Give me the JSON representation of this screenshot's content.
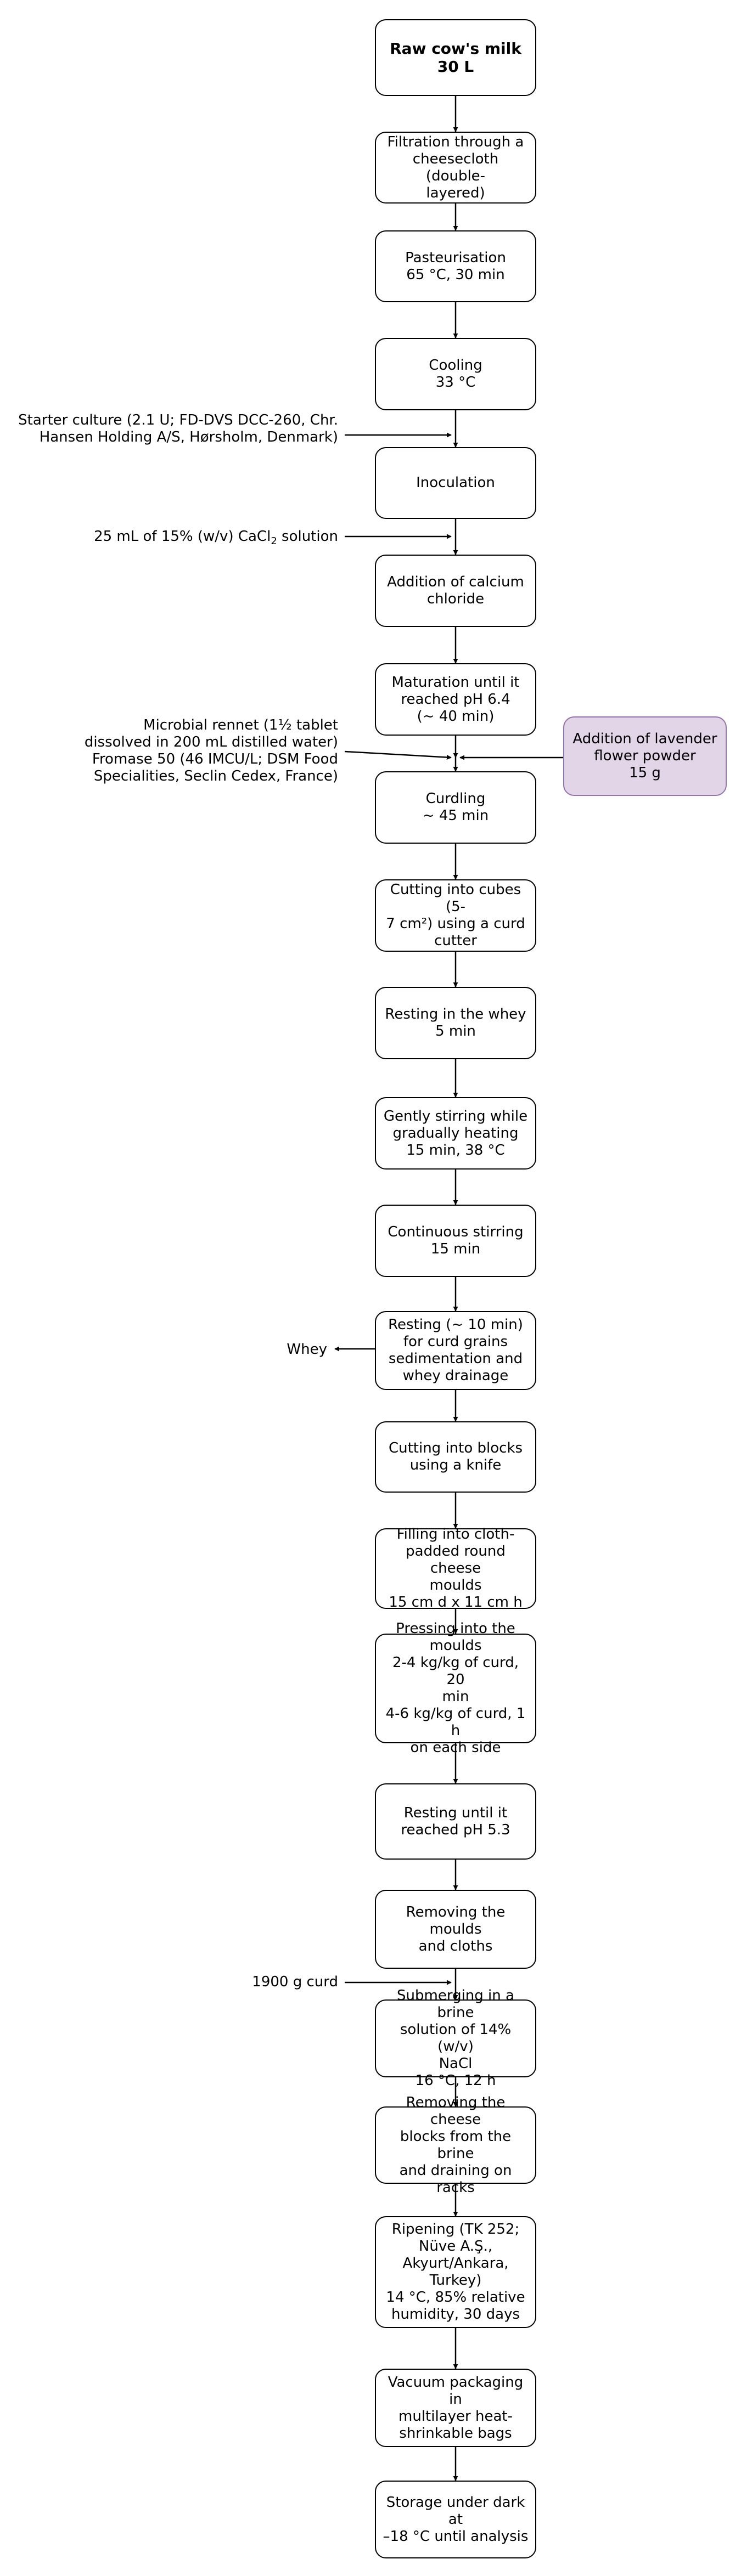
{
  "steps": [
    {
      "id": "raw-milk",
      "lines": [
        "Raw cow's milk",
        "30 L"
      ],
      "bold": true
    },
    {
      "id": "filtration",
      "lines": [
        "Filtration through a",
        "cheesecloth (double-",
        "layered)"
      ]
    },
    {
      "id": "pasteurisation",
      "lines": [
        "Pasteurisation",
        "65 °C, 30 min"
      ]
    },
    {
      "id": "cooling",
      "lines": [
        "Cooling",
        "33 °C"
      ]
    },
    {
      "id": "inoculation",
      "lines": [
        "Inoculation"
      ]
    },
    {
      "id": "calcium-chloride",
      "lines": [
        "Addition of calcium",
        "chloride"
      ]
    },
    {
      "id": "maturation",
      "lines": [
        "Maturation until it",
        "reached pH 6.4",
        "(~ 40 min)"
      ]
    },
    {
      "id": "curdling",
      "lines": [
        "Curdling",
        "~ 45 min"
      ]
    },
    {
      "id": "cutting-cubes",
      "lines": [
        "Cutting into cubes (5-",
        "7 cm²) using a curd",
        "cutter"
      ]
    },
    {
      "id": "resting-whey",
      "lines": [
        "Resting in the whey",
        "5 min"
      ]
    },
    {
      "id": "gently-stirring",
      "lines": [
        "Gently stirring while",
        "gradually heating",
        "15 min, 38 °C"
      ]
    },
    {
      "id": "continuous-stirring",
      "lines": [
        "Continuous stirring",
        "15 min"
      ]
    },
    {
      "id": "resting-drainage",
      "lines": [
        "Resting (~ 10 min)",
        "for curd grains",
        "sedimentation and",
        "whey drainage"
      ]
    },
    {
      "id": "cutting-blocks",
      "lines": [
        "Cutting into blocks",
        "using a knife"
      ]
    },
    {
      "id": "filling-moulds",
      "lines": [
        "Filling into cloth-",
        "padded round cheese",
        "moulds",
        "15 cm d x 11 cm h"
      ]
    },
    {
      "id": "pressing",
      "lines": [
        "Pressing into the",
        "moulds",
        "2-4 kg/kg of curd, 20",
        "min",
        "4-6 kg/kg of curd, 1 h",
        "on each side"
      ]
    },
    {
      "id": "resting-ph",
      "lines": [
        "Resting until it",
        "reached pH 5.3"
      ]
    },
    {
      "id": "removing-moulds",
      "lines": [
        "Removing the moulds",
        "and cloths"
      ]
    },
    {
      "id": "brine",
      "lines": [
        "Submerging in a brine",
        "solution of 14% (w/v)",
        "NaCl",
        "16 °C, 12 h"
      ]
    },
    {
      "id": "removing-blocks",
      "lines": [
        "Removing the cheese",
        "blocks from the brine",
        "and draining on racks"
      ]
    },
    {
      "id": "ripening",
      "lines": [
        "Ripening (TK 252;",
        "Nüve A.Ş.,",
        "Akyurt/Ankara,",
        "Turkey)",
        "14 °C, 85% relative",
        "humidity, 30 days"
      ]
    },
    {
      "id": "vacuum-packaging",
      "lines": [
        "Vacuum packaging in",
        "multilayer heat-",
        "shrinkable bags"
      ]
    },
    {
      "id": "storage",
      "lines": [
        "Storage under dark at",
        "–18 °C until analysis"
      ]
    }
  ],
  "side_box": {
    "id": "lavender",
    "lines": [
      "Addition of lavender",
      "flower powder",
      "15 g"
    ]
  },
  "inputs": {
    "starter": [
      "Starter culture (2.1 U; FD-DVS DCC-260, Chr.",
      "Hansen Holding A/S, Hørsholm, Denmark)"
    ],
    "cacl2": {
      "pre": "25 mL of 15% (w/v) CaCl",
      "sub": "2",
      "post": " solution"
    },
    "rennet": [
      "Microbial rennet (1½ tablet",
      "dissolved in 200 mL distilled water)",
      "Fromase 50 (46 IMCU/L; DSM Food",
      "Specialities, Seclin Cedex, France)"
    ],
    "curd": "1900 g curd"
  },
  "outputs": {
    "whey": "Whey"
  }
}
